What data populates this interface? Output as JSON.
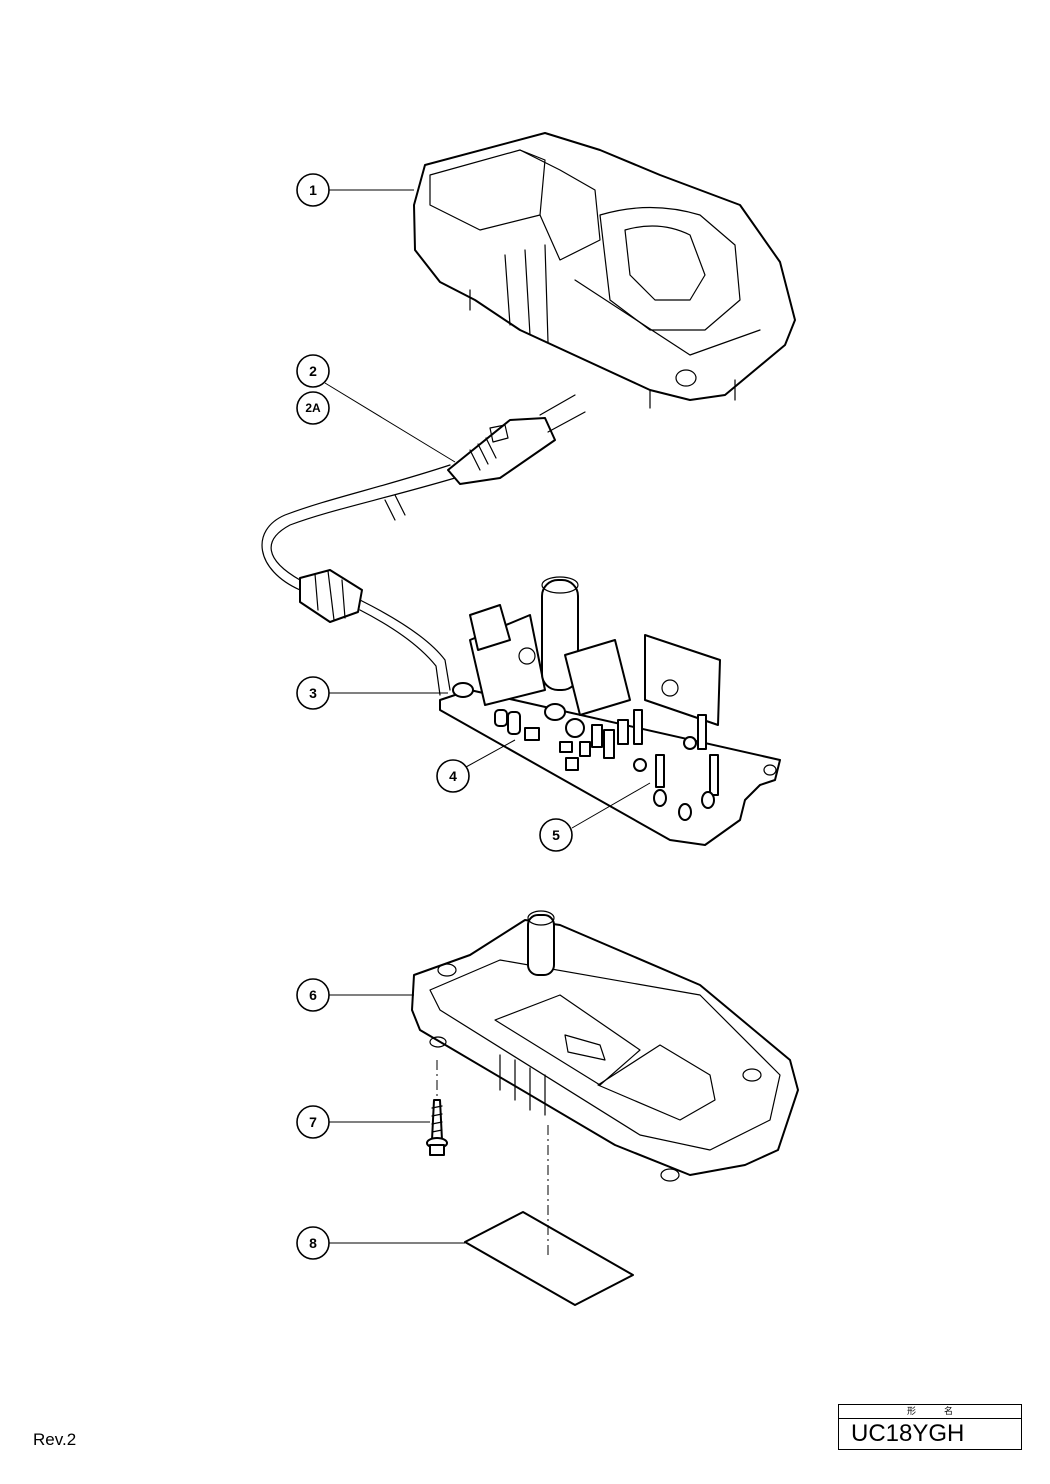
{
  "callouts": [
    {
      "id": "1",
      "label": "1"
    },
    {
      "id": "2",
      "label": "2"
    },
    {
      "id": "2A",
      "label": "2A"
    },
    {
      "id": "3",
      "label": "3"
    },
    {
      "id": "4",
      "label": "4"
    },
    {
      "id": "5",
      "label": "5"
    },
    {
      "id": "6",
      "label": "6"
    },
    {
      "id": "7",
      "label": "7"
    },
    {
      "id": "8",
      "label": "8"
    }
  ],
  "footer": {
    "revision": "Rev.2",
    "title_block_header": "形名",
    "model_number": "UC18YGH"
  }
}
